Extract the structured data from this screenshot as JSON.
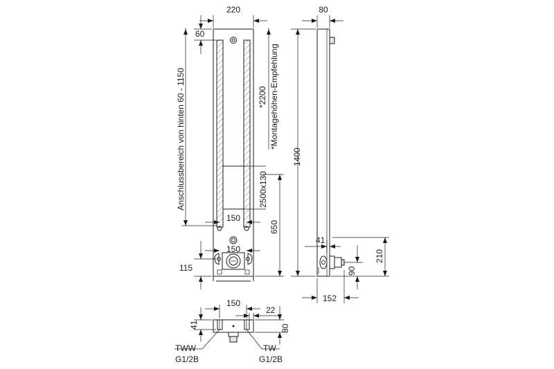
{
  "dimensions": {
    "front_width": "220",
    "top_offset": "60",
    "connection_range": "Anschlussbereich von hinten 60 - 1150",
    "height_star": "*2200",
    "mounting_note": "*Montagehöhen-Empfehlung",
    "lower_spacing_top": "150",
    "lower_spacing_bottom": "150",
    "bottom_height": "115",
    "panel_size": "2500x130",
    "height_650": "650",
    "side_depth": "80",
    "side_height": "1400",
    "side_41": "41",
    "side_210": "210",
    "side_90": "90",
    "side_152": "152",
    "plan_150": "150",
    "plan_22": "22",
    "plan_41": "41",
    "plan_80": "80"
  },
  "labels": {
    "tww": "TWW",
    "tww_thread": "G1/2B",
    "tw": "TW",
    "tw_thread": "G1/2B"
  }
}
